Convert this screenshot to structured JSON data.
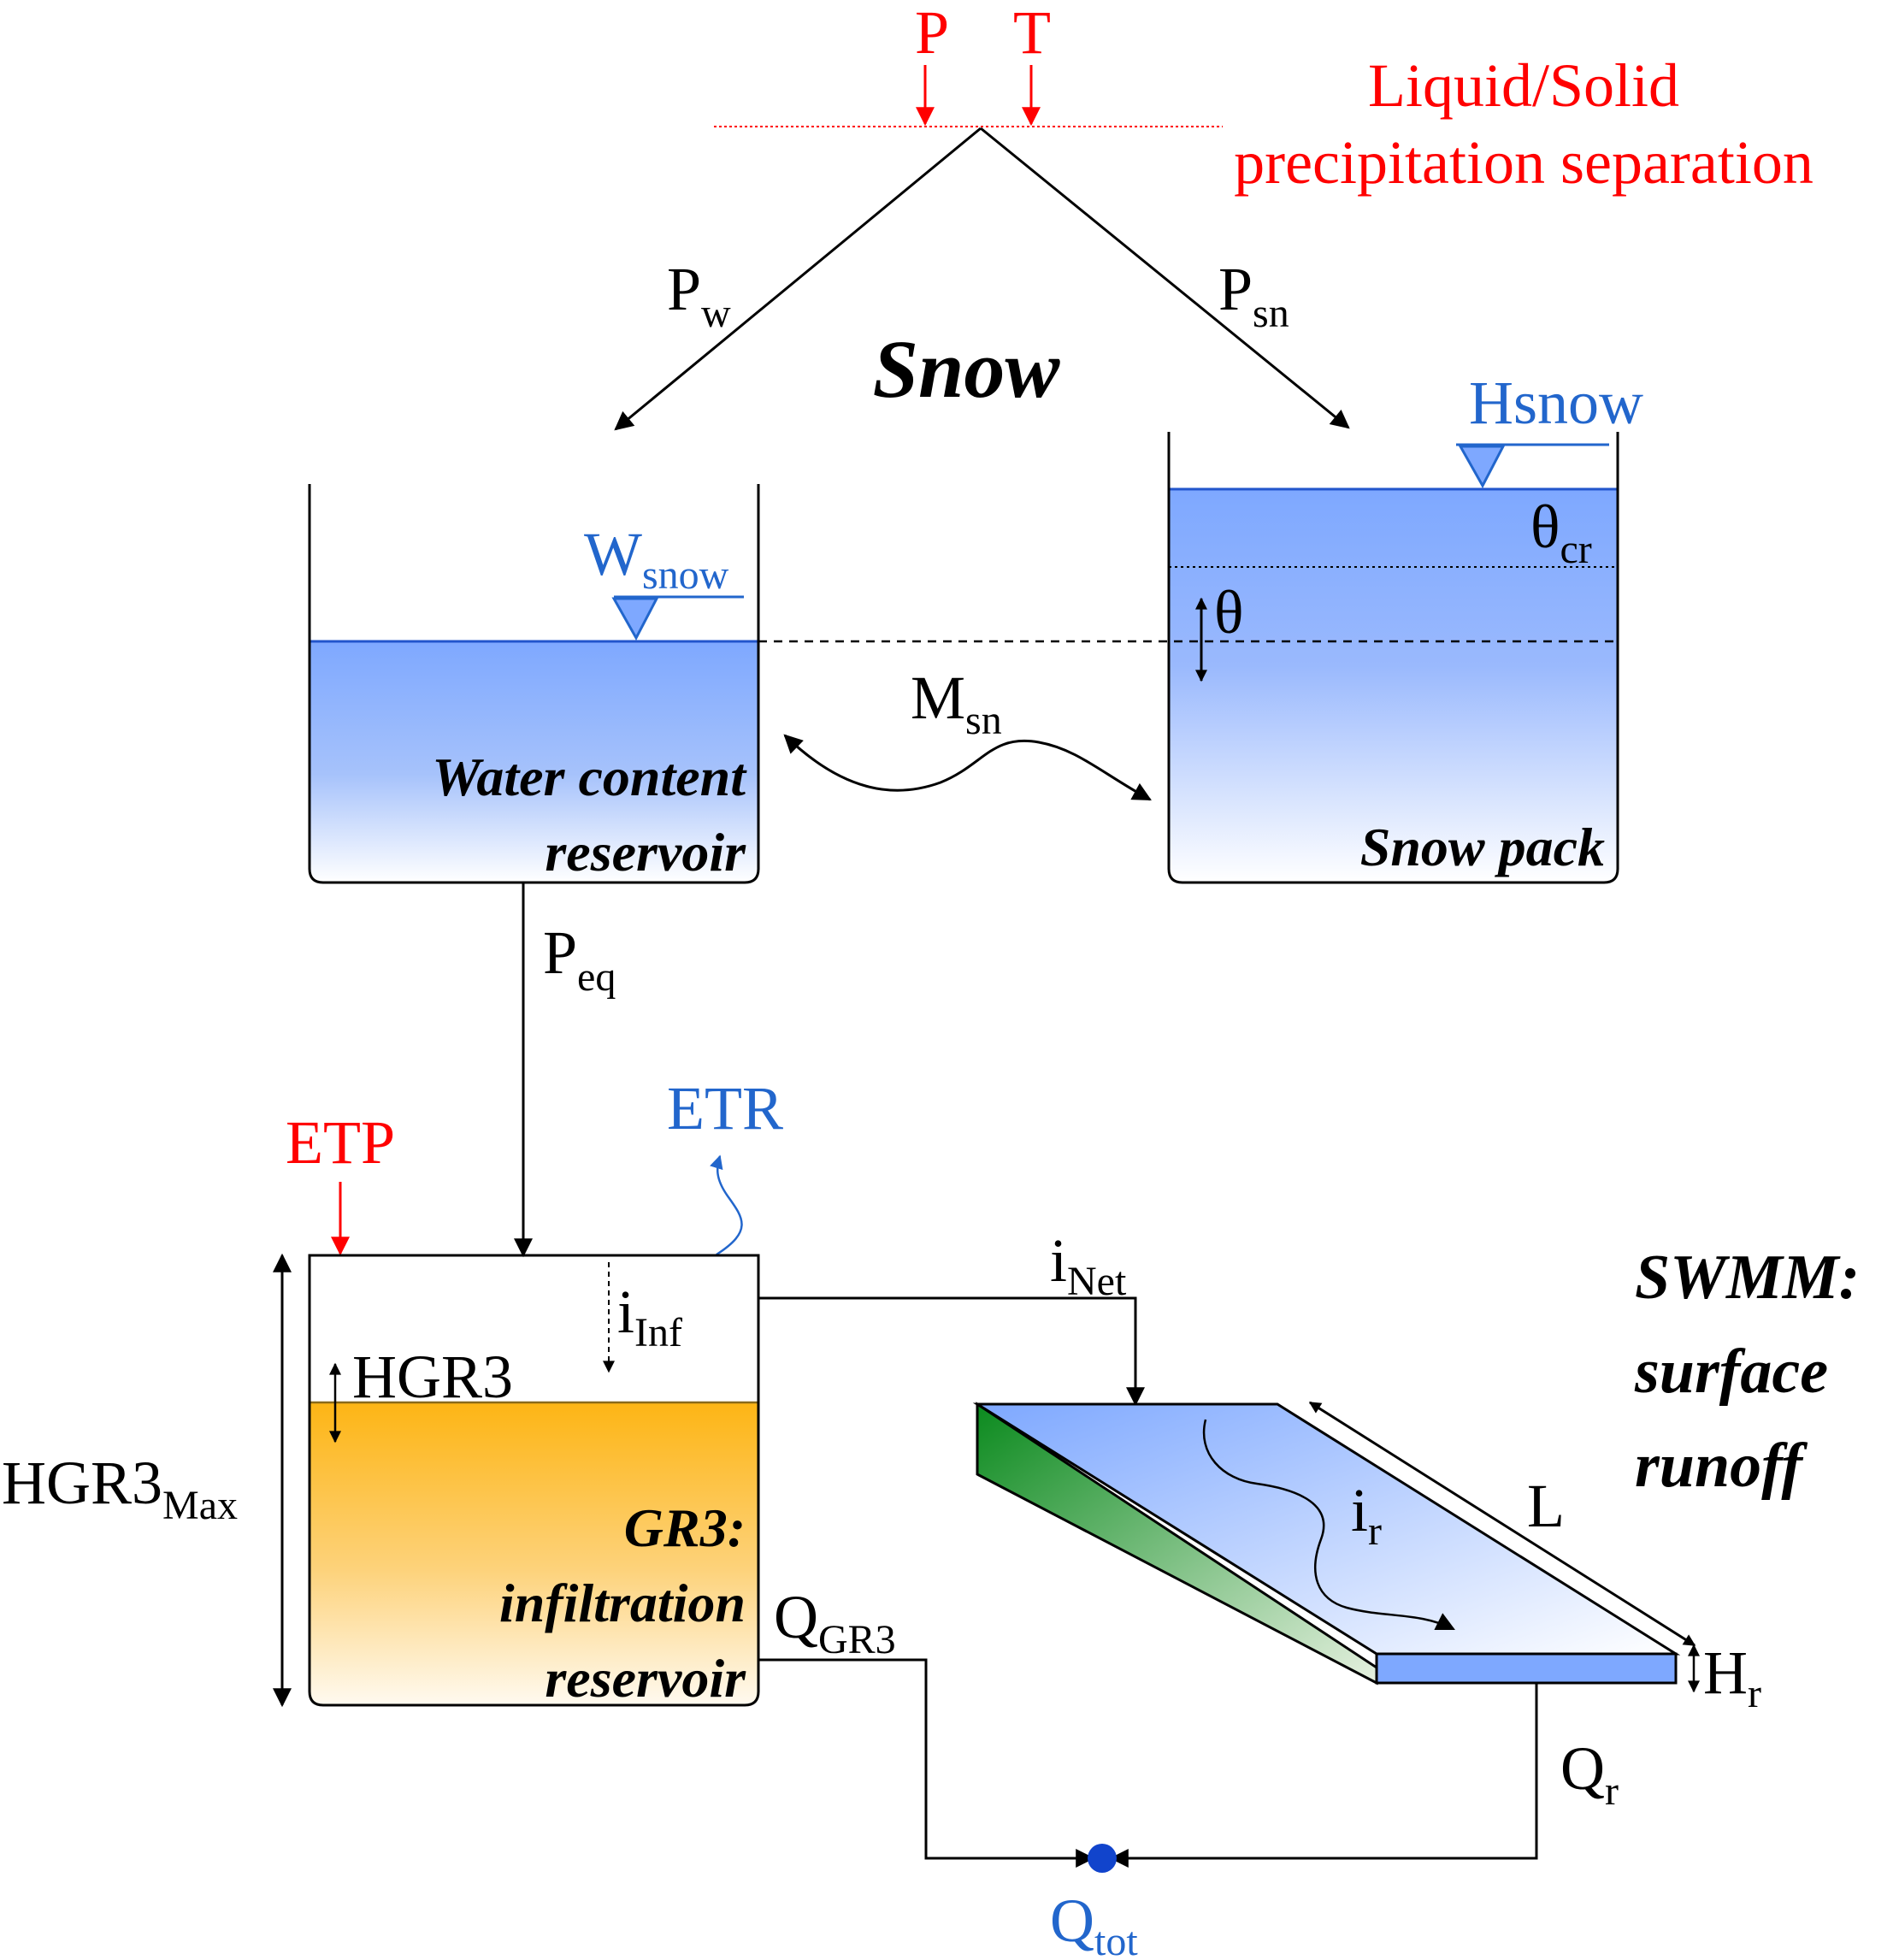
{
  "inputs": {
    "precipitation": "P",
    "temperature": "T"
  },
  "separation_label": {
    "line1": "Liquid/Solid",
    "line2": "precipitation separation"
  },
  "fluxes": {
    "pw": {
      "main": "P",
      "sub": "w"
    },
    "psn": {
      "main": "P",
      "sub": "sn"
    },
    "msn": {
      "main": "M",
      "sub": "sn"
    },
    "peq": {
      "main": "P",
      "sub": "eq"
    },
    "etp": "ETP",
    "etr": "ETR",
    "i_inf": {
      "main": "i",
      "sub": "Inf"
    },
    "i_net": {
      "main": "i",
      "sub": "Net"
    },
    "i_r": {
      "main": "i",
      "sub": "r"
    },
    "q_gr3": {
      "main": "Q",
      "sub": "GR3"
    },
    "q_r": {
      "main": "Q",
      "sub": "r"
    },
    "q_tot": {
      "main": "Q",
      "sub": "tot"
    }
  },
  "snow_module": {
    "title": "Snow",
    "water_level": {
      "main": "W",
      "sub": "snow"
    },
    "water_reservoir": {
      "line1": "Water content",
      "line2": "reservoir"
    },
    "hsnow": "Hsnow",
    "theta_cr": {
      "main": "θ",
      "sub": "cr"
    },
    "theta": "θ",
    "snow_pack": "Snow pack"
  },
  "gr3_module": {
    "hgr3": "HGR3",
    "hgr3_max": {
      "main": "HGR3",
      "sub": "Max"
    },
    "label": {
      "line1": "GR3:",
      "line2": "infiltration",
      "line3": "reservoir"
    }
  },
  "swmm_module": {
    "label": {
      "line1": "SWMM:",
      "line2": "surface",
      "line3": "runoff"
    },
    "length": "L",
    "h_r": {
      "main": "H",
      "sub": "r"
    }
  },
  "colors": {
    "input_red": "#ff0000",
    "state_blue": "#2266cc",
    "water_top": "#7ea8ff",
    "gr3_top": "#fdb515",
    "slope_green": "#0b8a1e",
    "outlet_dot": "#1144cc"
  }
}
